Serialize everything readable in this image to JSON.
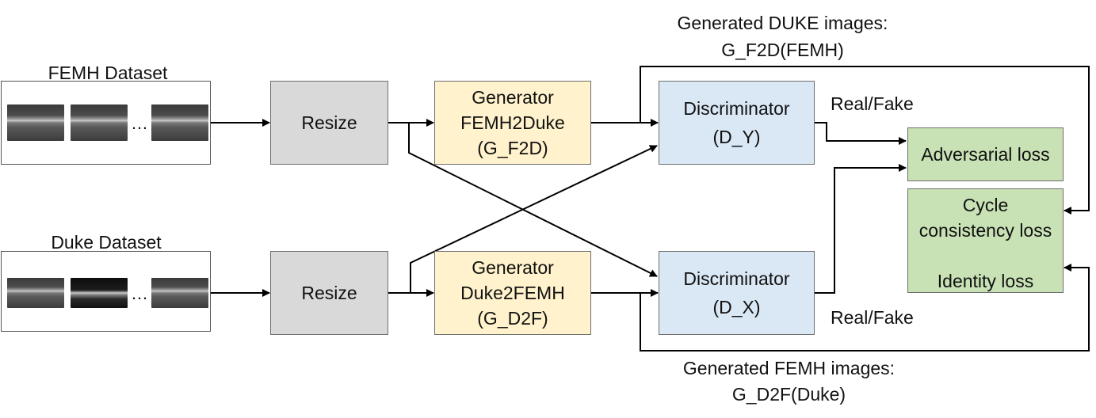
{
  "datasets": {
    "femh": {
      "title": "FEMH Dataset",
      "ellipsis": "…"
    },
    "duke": {
      "title": "Duke Dataset",
      "ellipsis": "…"
    }
  },
  "resize": {
    "label": "Resize"
  },
  "generators": {
    "f2d": {
      "line1": "Generator",
      "line2": "FEMH2Duke",
      "line3": "(G_F2D)"
    },
    "d2f": {
      "line1": "Generator",
      "line2": "Duke2FEMH",
      "line3": "(G_D2F)"
    }
  },
  "discriminators": {
    "y": {
      "line1": "Discriminator",
      "line2": "(D_Y)"
    },
    "x": {
      "line1": "Discriminator",
      "line2": "(D_X)"
    }
  },
  "losses": {
    "adversarial": "Adversarial loss",
    "cycle_line1": "Cycle",
    "cycle_line2": "consistency loss",
    "identity": "Identity loss"
  },
  "annotations": {
    "real_fake_top": "Real/Fake",
    "real_fake_bottom": "Real/Fake",
    "gen_duke_line1": "Generated DUKE images:",
    "gen_duke_line2": "G_F2D(FEMH)",
    "gen_femh_line1": "Generated FEMH images:",
    "gen_femh_line2": "G_D2F(Duke)"
  },
  "colors": {
    "resize": "#d9d9d9",
    "generator": "#fff2cc",
    "discriminator": "#dae8f5",
    "loss": "#c9e2b5"
  }
}
